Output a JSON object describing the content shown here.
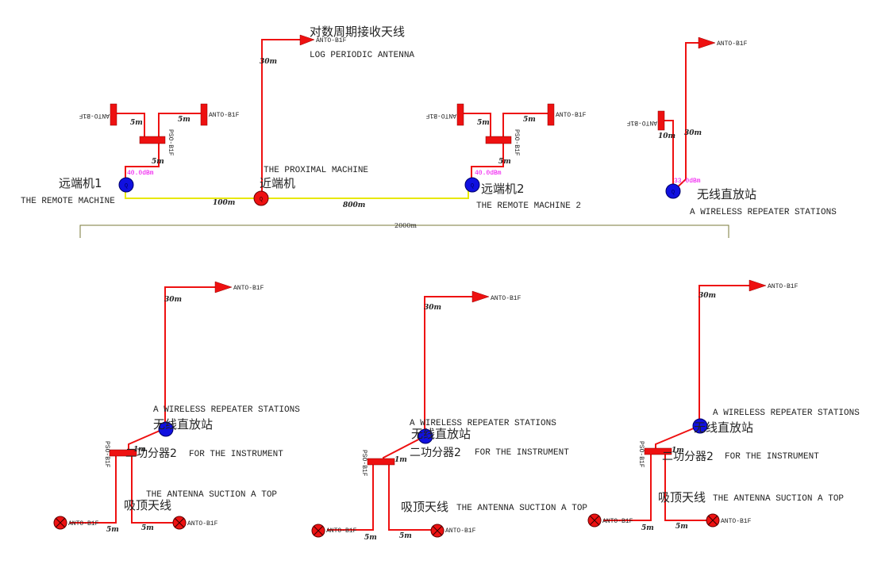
{
  "colors": {
    "cable": "#ee1111",
    "fiber": "#e8e800",
    "remote_unit": "#1010e0",
    "proximal_unit": "#ee1111",
    "power_text": "#ee00ee",
    "bracket": "#7a7a3a"
  },
  "top": {
    "log_periodic": {
      "label_cn": "对数周期接收天线",
      "label_en": "LOG PERIODIC ANTENNA",
      "antenna": "ANTO-B1F",
      "cable_len": "30m"
    },
    "proximal": {
      "label_en": "THE PROXIMAL MACHINE",
      "label_cn": "近端机"
    },
    "remote1": {
      "label_cn": "远端机1",
      "label_en": "THE REMOTE MACHINE",
      "power": "40.0dBm",
      "splitter": "PSO-B1F",
      "left_antenna": "ANTO-B1F",
      "right_antenna": "ANTO-B1F",
      "left_len": "5m",
      "right_len": "5m",
      "down_len": "5m"
    },
    "remote2": {
      "label_cn": "远端机2",
      "label_en": "THE REMOTE MACHINE 2",
      "power": "40.0dBm",
      "splitter": "PSO-B1F",
      "left_antenna": "ANTO-B1F",
      "right_antenna": "ANTO-B1F",
      "left_len": "5m",
      "right_len": "5m",
      "down_len": "5m"
    },
    "repeater": {
      "label_cn": "无线直放站",
      "label_en": "A WIRELESS REPEATER STATIONS",
      "power": "33.0dBm",
      "indoor_antenna": "ANTO-B1F",
      "outdoor_antenna": "ANTO-B1F",
      "indoor_len": "10m",
      "outdoor_len": "30m"
    },
    "fiber_len_1": "100m",
    "fiber_len_2": "800m",
    "total_span": "2000m"
  },
  "bottom": [
    {
      "label_en": "A WIRELESS REPEATER STATIONS",
      "label_cn": "无线直放站",
      "donor_antenna": "ANTO-B1F",
      "donor_len": "30m",
      "splitter": "PSO-B1F",
      "splitter_cn": "二功分器2",
      "splitter_en": "FOR THE INSTRUMENT",
      "splitter_len": "1m",
      "ceiling_en": "THE ANTENNA SUCTION A TOP",
      "ceiling_cn": "吸顶天线",
      "left_antenna": "ANTO-B1F",
      "right_antenna": "ANTO-B1F",
      "left_len": "5m",
      "right_len": "5m"
    },
    {
      "label_en": "A WIRELESS REPEATER STATIONS",
      "label_cn": "无线直放站",
      "donor_antenna": "ANTO-B1F",
      "donor_len": "30m",
      "splitter": "PSO-B1F",
      "splitter_cn": "二功分器2",
      "splitter_en": "FOR THE INSTRUMENT",
      "splitter_len": "1m",
      "ceiling_en": "THE ANTENNA SUCTION A TOP",
      "ceiling_cn": "吸顶天线",
      "left_antenna": "ANTO-B1F",
      "right_antenna": "ANTO-B1F",
      "left_len": "5m",
      "right_len": "5m"
    },
    {
      "label_en": "A WIRELESS REPEATER STATIONS",
      "label_cn": "无线直放站",
      "donor_antenna": "ANTO-B1F",
      "donor_len": "30m",
      "splitter": "PSO-B1F",
      "splitter_cn": "二功分器2",
      "splitter_en": "FOR THE INSTRUMENT",
      "splitter_len": "1m",
      "ceiling_en": "THE ANTENNA SUCTION A TOP",
      "ceiling_cn": "吸顶天线",
      "left_antenna": "ANTO-B1F",
      "right_antenna": "ANTO-B1F",
      "left_len": "5m",
      "right_len": "5m"
    }
  ]
}
